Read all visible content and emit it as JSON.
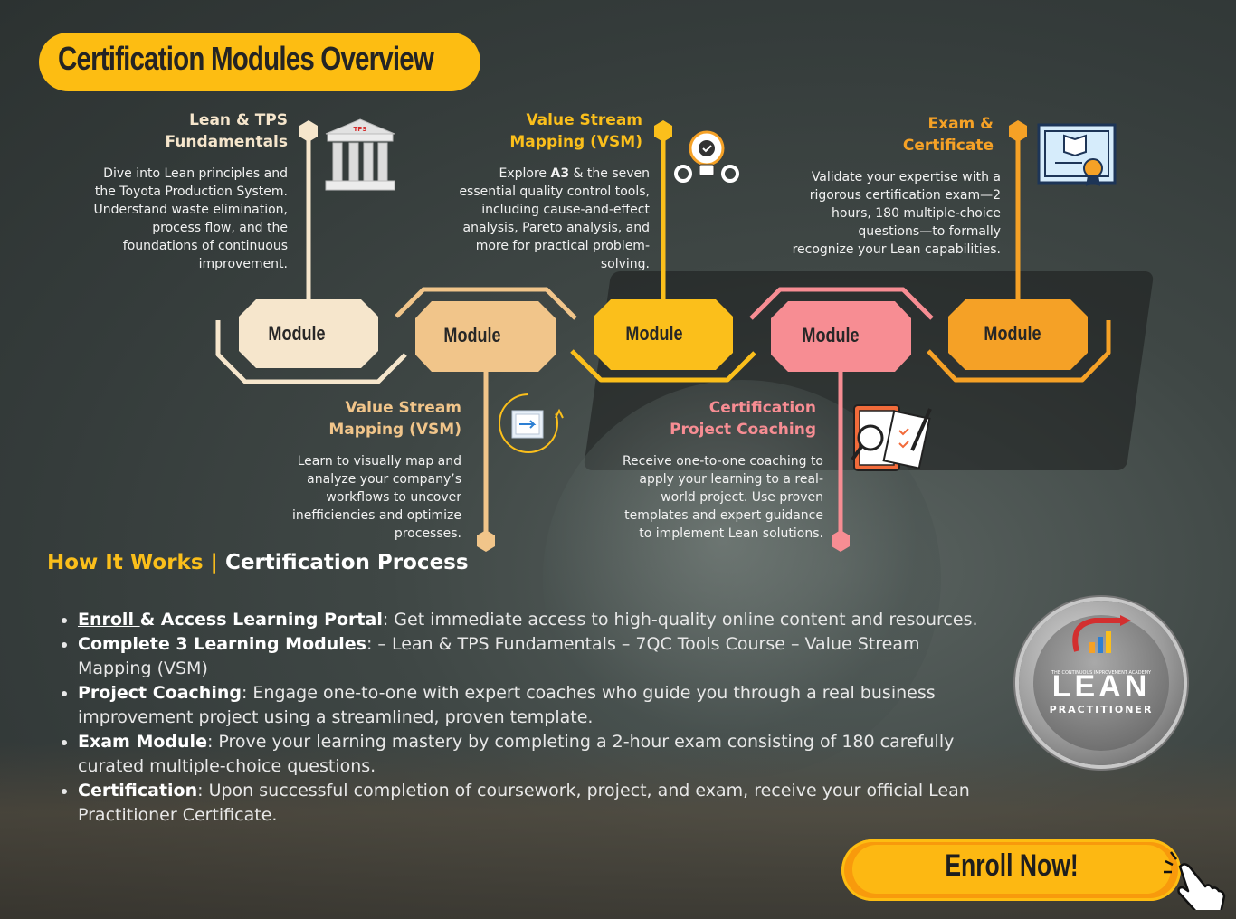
{
  "title": "Certification Modules Overview",
  "modules": {
    "label": "Module",
    "colors": [
      "#f6e6cc",
      "#f1c58a",
      "#fbbf1b",
      "#f78d93",
      "#f5a126"
    ]
  },
  "cards": {
    "lean_tps": {
      "heading_line1": "Lean & TPS",
      "heading_line2": "Fundamentals",
      "desc_lines": [
        "Dive into Lean principles and",
        "the Toyota Production System.",
        "Understand waste elimination,",
        "process flow, and the",
        "foundations of continuous",
        "improvement."
      ],
      "icon": "temple-icon",
      "icon_text": "TPS"
    },
    "vsm_top": {
      "heading_line1": "Value Stream",
      "heading_line2": "Mapping (VSM)",
      "desc_lines": [
        "Explore A3 &  the seven",
        "essential quality control tools,",
        "including cause-and-effect",
        "analysis, Pareto analysis, and",
        "more for practical problem-",
        "solving."
      ],
      "desc_bold": "A3",
      "icon": "lightbulb-gears-icon"
    },
    "exam": {
      "heading_line1": "Exam &",
      "heading_line2": "Certificate",
      "desc_lines": [
        "Validate your expertise with a",
        "rigorous certification exam—2",
        "hours, 180 multiple-choice",
        "questions—to formally",
        "recognize your Lean capabilities."
      ],
      "icon": "certificate-icon"
    },
    "vsm_bottom": {
      "heading_line1": "Value Stream",
      "heading_line2": "Mapping (VSM)",
      "desc_lines": [
        "Learn to visually map and",
        "analyze your company’s",
        "workflows to uncover",
        "inefficiencies and optimize",
        "processes."
      ],
      "icon": "process-cycle-icon"
    },
    "coaching": {
      "heading_line1": "Certification",
      "heading_line2": "Project Coaching",
      "desc_lines": [
        "Receive one-to-one coaching to",
        "apply your learning to a real-",
        "world project. Use proven",
        "templates and expert guidance",
        "to implement Lean solutions."
      ],
      "icon": "clipboard-magnifier-icon"
    }
  },
  "how": {
    "part1": "How It Works | ",
    "part2": "Certification Process"
  },
  "steps": [
    {
      "link": "Enroll ",
      "bold": "& Access Learning Portal",
      "text": ": Get immediate access to high-quality online content and resources."
    },
    {
      "bold": "Complete 3 Learning Modules",
      "text": ": – Lean & TPS Fundamentals – 7QC Tools Course – Value Stream Mapping (VSM)"
    },
    {
      "bold": "Project Coaching",
      "text": ": Engage one-to-one with expert coaches who guide you through a real business improvement project using a streamlined, proven template."
    },
    {
      "bold": "Exam Module",
      "text": ": Prove your learning mastery by completing a 2-hour exam consisting of 180 carefully curated multiple-choice questions."
    },
    {
      "bold": "Certification",
      "text": ": Upon successful completion of coursework, project, and exam, receive your official Lean Practitioner Certificate."
    }
  ],
  "badge": {
    "academy": "THE CONTINUOUS IMPROVEMENT ACADEMY",
    "lean": "LEAN",
    "practitioner": "PRACTITIONER"
  },
  "cta": {
    "label": "Enroll Now!",
    "icon": "pointing-hand-icon"
  }
}
